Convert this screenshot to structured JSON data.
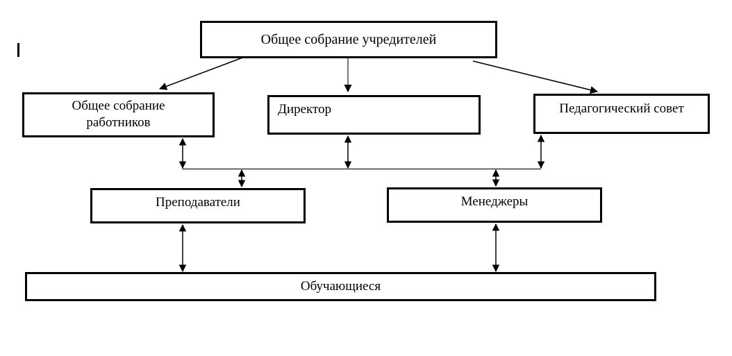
{
  "diagram": {
    "title_text": "Общее собрание учредителей",
    "language": "ru",
    "type": "organizational-hierarchy",
    "levels": 4,
    "nodes": {
      "root": {
        "label": "Общее собрание учредителей"
      },
      "assembly_workers": {
        "label": "Общее собрание\nработников"
      },
      "director": {
        "label": "Директор"
      },
      "pedagogical_council": {
        "label": "Педагогический совет"
      },
      "teachers": {
        "label": "Преподаватели"
      },
      "managers": {
        "label": "Менеджеры"
      },
      "students": {
        "label": "Обучающиеся"
      }
    },
    "colors": {
      "box_border": "#000000",
      "box_fill": "#ffffff",
      "connector": "#000000",
      "bus_line": "#3a3a3a",
      "background": "#ffffff"
    }
  }
}
